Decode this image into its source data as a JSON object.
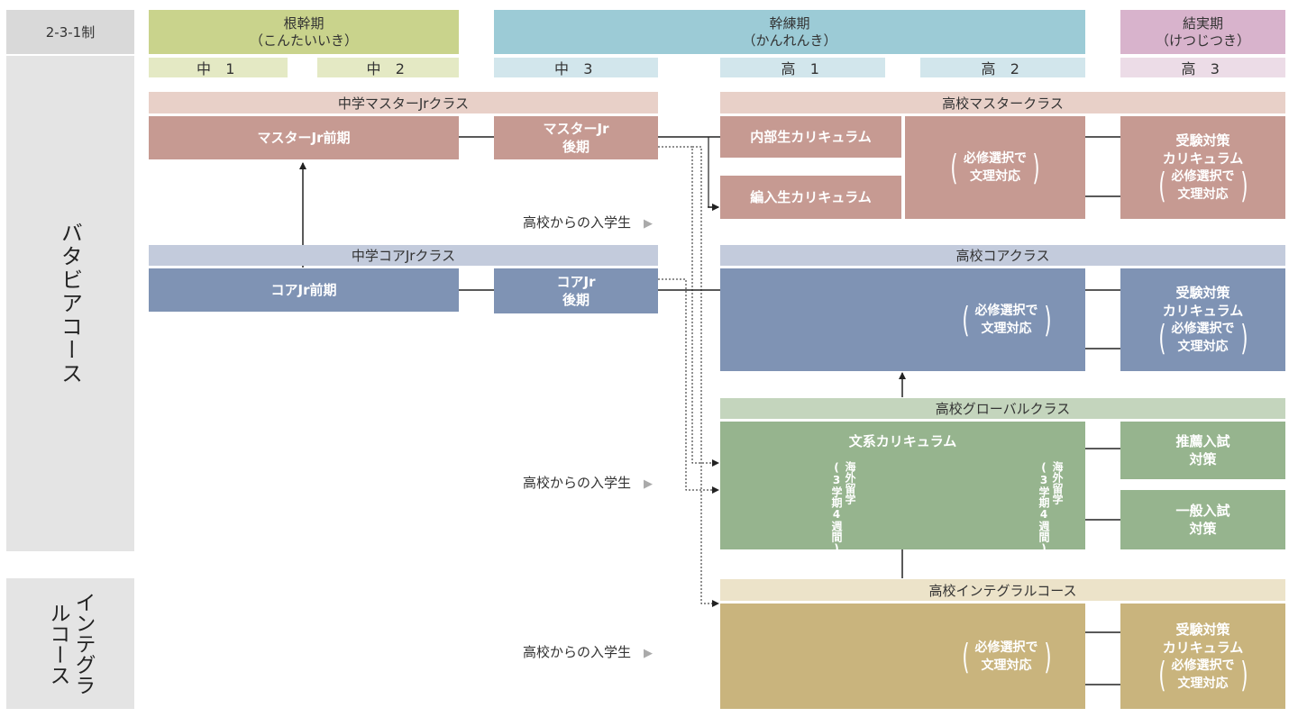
{
  "system_label": "2-3-1制",
  "periods": [
    {
      "name": "根幹期",
      "reading": "（こんたいいき）"
    },
    {
      "name": "幹練期",
      "reading": "（かんれんき）"
    },
    {
      "name": "結実期",
      "reading": "（けつじつき）"
    }
  ],
  "grades": [
    "中 1",
    "中 2",
    "中 3",
    "高 1",
    "高 2",
    "高 3"
  ],
  "courses": {
    "vatavia": "バタビアコース",
    "integral": "インテグラルコース"
  },
  "bands": {
    "jr_master": "中学マスターJrクラス",
    "hs_master": "高校マスタークラス",
    "jr_core": "中学コアJrクラス",
    "hs_core": "高校コアクラス",
    "hs_global": "高校グローバルクラス",
    "hs_integral": "高校インテグラルコース"
  },
  "boxes": {
    "master_jr_early": "マスターJr前期",
    "master_jr_late_1": "マスターJr",
    "master_jr_late_2": "後期",
    "internal_curriculum": "内部生カリキュラム",
    "transfer_curriculum": "編入生カリキュラム",
    "core_jr_early": "コアJr前期",
    "core_jr_late_1": "コアJr",
    "core_jr_late_2": "後期",
    "humanities_curriculum": "文系カリキュラム",
    "recommend_1": "推薦入試",
    "recommend_2": "対策",
    "general_1": "一般入試",
    "general_2": "対策"
  },
  "elective": {
    "line1": "必修選択で",
    "line2": "文理対応"
  },
  "exam": {
    "line1": "受験対策",
    "line2": "カリキュラム"
  },
  "study_abroad": {
    "main": "海外留学",
    "sub": "(3学期4週間)"
  },
  "entry_label": "高校からの入学生",
  "colors": {
    "period1": "#c9d38c",
    "grade1": "#e4e9c4",
    "period2": "#9ccbd6",
    "grade2": "#d2e6ec",
    "period3": "#d8b3cc",
    "grade3": "#ecdce7",
    "master_band": "#e8d0c8",
    "master_box": "#c69a92",
    "core_band": "#c3cbdc",
    "core_box": "#7f93b4",
    "global_band": "#c4d5bd",
    "global_box": "#96b48e",
    "integral_band": "#ece3c9",
    "integral_box": "#c9b47d",
    "side": "#e4e4e4"
  }
}
